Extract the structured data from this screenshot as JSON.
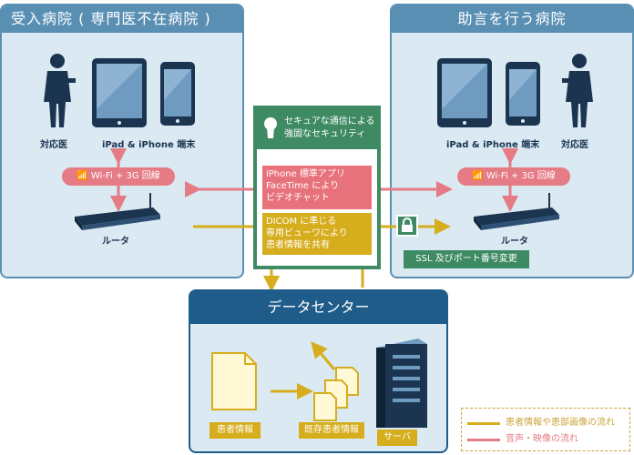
{
  "left_panel": {
    "title": "受入病院 ( 専門医不在病院 )",
    "doctor_label": "対応医",
    "device_label": "iPad & iPhone 端末",
    "wifi_label": "Wi-Fi + 3G 回線",
    "router_label": "ルータ"
  },
  "right_panel": {
    "title": "助言を行う病院",
    "doctor_label": "対応医",
    "device_label": "iPad & iPhone 端末",
    "wifi_label": "Wi-Fi + 3G 回線",
    "router_label": "ルータ"
  },
  "security": {
    "line1": "セキュアな通信による",
    "line2": "強固なセキュリティ",
    "ssl_label": "SSL 及びポート番号変更"
  },
  "video_box": {
    "line1": "iPhone 標準アプリ",
    "line2": "FaceTime により",
    "line3": "ビデオチャット"
  },
  "dicom_box": {
    "line1": "DICOM に準じる",
    "line2": "専用ビューワにより",
    "line3": "患者情報を共有"
  },
  "datacenter": {
    "title": "データセンター",
    "patient_info": "患者情報",
    "existing_info": "既存患者情報",
    "server": "サーバ"
  },
  "legend": {
    "yellow_label": "患者情報や患部画像の流れ",
    "red_label": "音声・映像の流れ"
  },
  "colors": {
    "panel_blue": "#5a8fb4",
    "panel_bg": "#dbe9f3",
    "datacenter_blue": "#1f5c8a",
    "security_green": "#3e8a63",
    "av_red": "#e57b84",
    "data_yellow": "#d6ad1c"
  }
}
